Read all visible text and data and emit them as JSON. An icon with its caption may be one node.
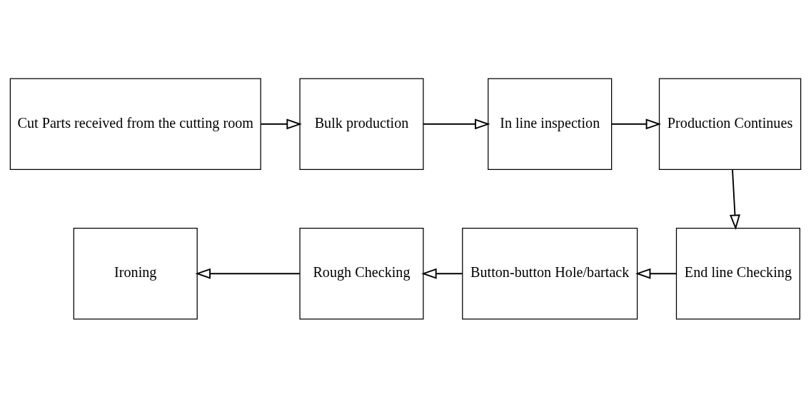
{
  "diagram": {
    "nodes": [
      {
        "text": [
          "Cut Parts received from the cutting room"
        ]
      },
      {
        "text": [
          "Bulk production"
        ]
      },
      {
        "text": [
          "In line inspection"
        ]
      },
      {
        "text": [
          "Production Continues"
        ]
      },
      {
        "text": [
          "End line Checking"
        ]
      },
      {
        "text": [
          "Button-button Hole/bartack"
        ]
      },
      {
        "text": [
          "Rough Checking"
        ]
      },
      {
        "text": [
          "Ironing"
        ]
      }
    ],
    "edges": [
      {
        "from": 0,
        "to": 1,
        "arrow": "to"
      },
      {
        "from": 1,
        "to": 2,
        "arrow": "to"
      },
      {
        "from": 2,
        "to": 3,
        "arrow": "to"
      },
      {
        "from": 3,
        "to": 4,
        "arrow": "to"
      },
      {
        "from": 4,
        "to": 5,
        "arrow": "to"
      },
      {
        "from": 5,
        "to": 6,
        "arrow": "to"
      },
      {
        "from": 6,
        "to": 7,
        "arrow": "to"
      }
    ]
  }
}
